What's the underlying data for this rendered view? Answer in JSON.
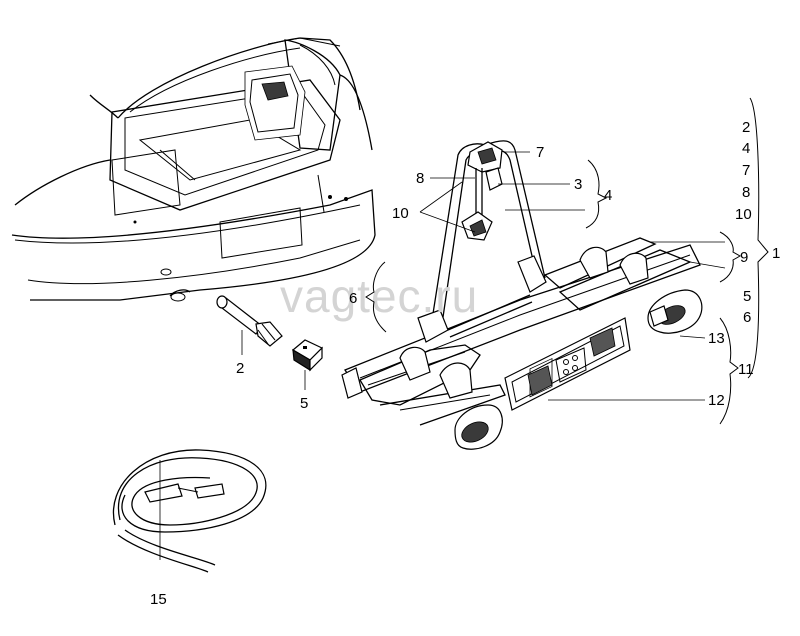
{
  "watermark": "vagtec.ru",
  "callouts": [
    {
      "id": "c2",
      "text": "2"
    },
    {
      "id": "c5",
      "text": "5"
    },
    {
      "id": "c6",
      "text": "6"
    },
    {
      "id": "c7",
      "text": "7"
    },
    {
      "id": "c8",
      "text": "8"
    },
    {
      "id": "c3",
      "text": "3"
    },
    {
      "id": "c4",
      "text": "4"
    },
    {
      "id": "c10",
      "text": "10"
    },
    {
      "id": "c9",
      "text": "9"
    },
    {
      "id": "c13",
      "text": "13"
    },
    {
      "id": "c11",
      "text": "11"
    },
    {
      "id": "c12",
      "text": "12"
    },
    {
      "id": "c15",
      "text": "15"
    },
    {
      "id": "c1",
      "text": "1"
    }
  ],
  "group_list_1": [
    "2",
    "4",
    "7",
    "8",
    "10"
  ],
  "group_list_2": [
    "5",
    "6"
  ]
}
